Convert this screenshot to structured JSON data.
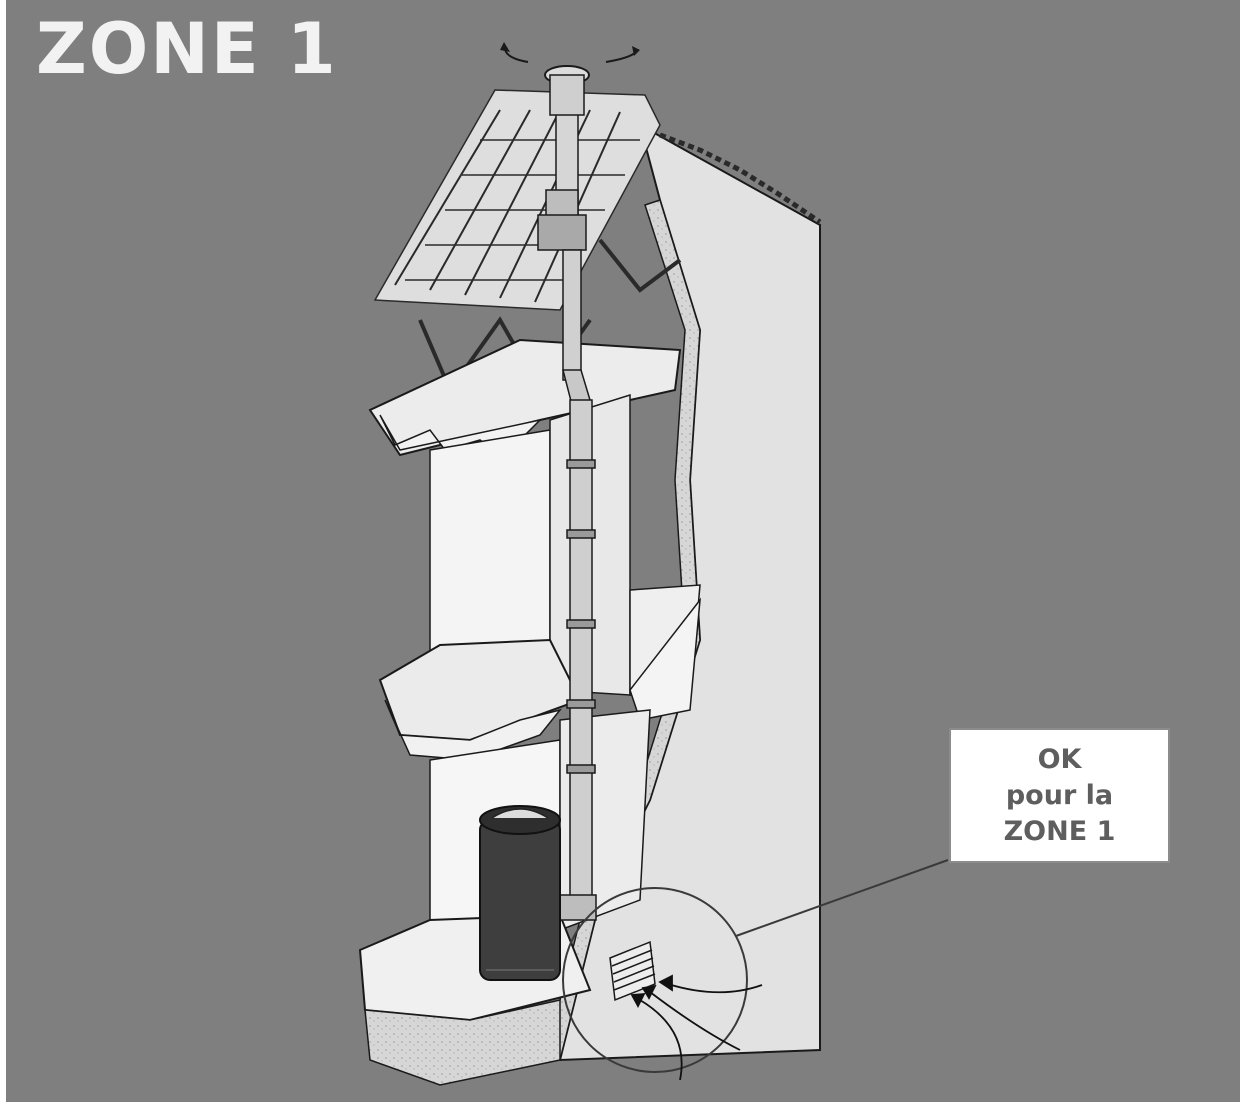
{
  "title": "ZONE 1",
  "callout": {
    "lines": [
      "OK",
      "pour la",
      "ZONE 1"
    ]
  },
  "colors": {
    "background": "#7f7f7f",
    "wall": "#e4e4e4",
    "stove": "#3d3d3d",
    "pipe": "#d0d0d0",
    "outline": "#1a1a1a"
  },
  "icons": [
    "rotating-cowl-arrows-icon",
    "air-inlet-vent-icon",
    "airflow-arrows-icon"
  ]
}
